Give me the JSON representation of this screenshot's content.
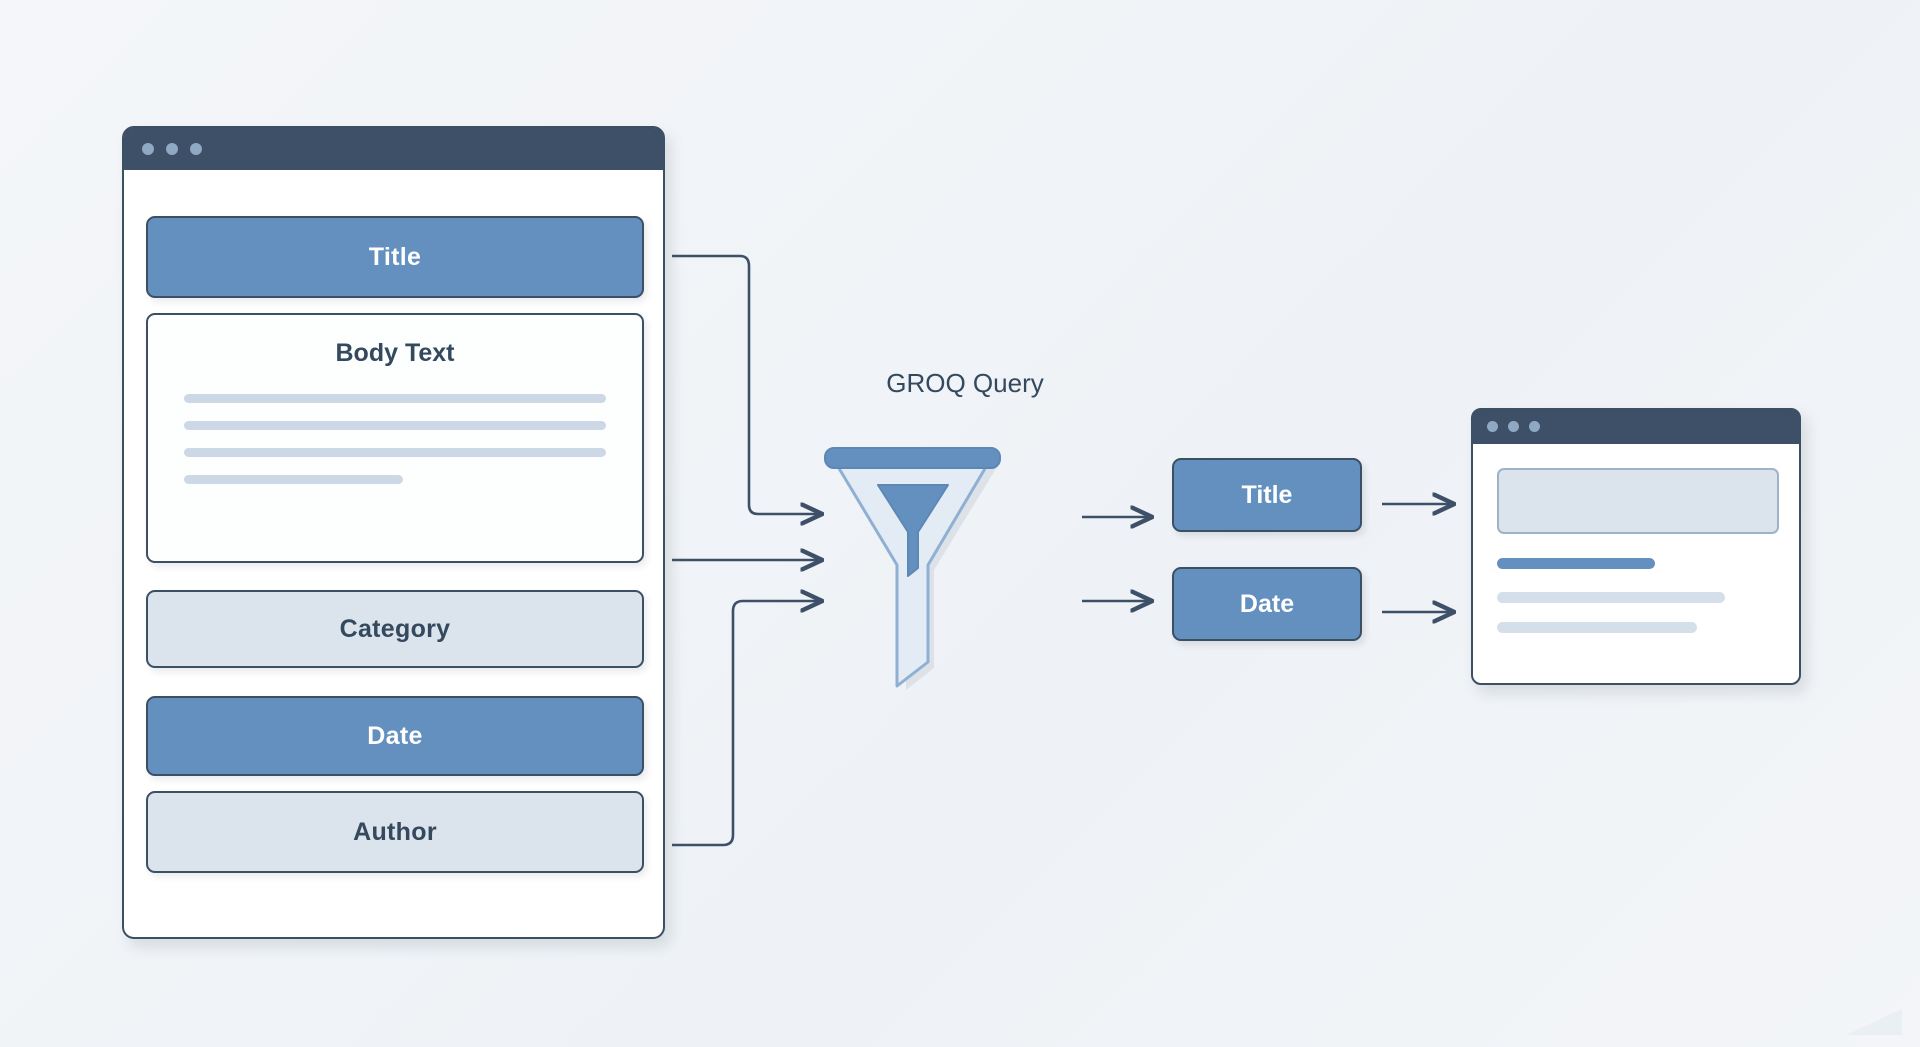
{
  "diagram": {
    "title_text": "GROQ Query",
    "source_window": {
      "name": "document-fields-window",
      "window_dots": [
        "dot-1",
        "dot-2",
        "dot-3"
      ],
      "fields": [
        {
          "label": "Title",
          "style": "solid"
        },
        {
          "label": "Body Text",
          "style": "white",
          "lines": 4
        },
        {
          "label": "Category",
          "style": "light"
        },
        {
          "label": "Date",
          "style": "solid"
        },
        {
          "label": "Author",
          "style": "light"
        }
      ]
    },
    "funnel": {
      "label": "GROQ Query",
      "icon": "funnel-icon",
      "fill_color": "#c7d6e8",
      "rim_color": "#6490bf"
    },
    "outputs": [
      {
        "label": "Title"
      },
      {
        "label": "Date"
      }
    ],
    "result_window": {
      "name": "rendered-result-window",
      "window_dots": [
        "dot-1",
        "dot-2",
        "dot-3"
      ],
      "placeholder_card": "image-placeholder",
      "bars": [
        "heading-bar",
        "text-bar-1",
        "text-bar-2"
      ]
    },
    "arrows": [
      {
        "from": "Title",
        "to": "funnel"
      },
      {
        "from": "Body Text",
        "to": "funnel"
      },
      {
        "from": "Author",
        "to": "funnel"
      },
      {
        "from": "funnel",
        "to": "Title"
      },
      {
        "from": "funnel",
        "to": "Date"
      },
      {
        "from": "Title",
        "to": "result-window"
      },
      {
        "from": "Date",
        "to": "result-window"
      }
    ],
    "colors": {
      "accent": "#6490bf",
      "outline": "#3c4f63",
      "light_fill": "#dbe3ec",
      "background": "#f2f5f8",
      "titlebar": "#3d5068"
    }
  }
}
